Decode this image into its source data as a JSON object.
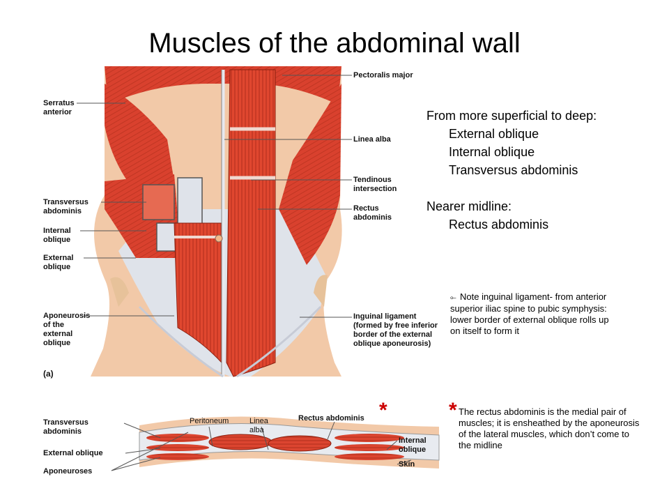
{
  "title": "Muscles of the abdominal wall",
  "figure": {
    "labels_left": [
      "Serratus anterior",
      "Transversus abdominis",
      "Internal oblique",
      "External oblique",
      "Aponeurosis of the external oblique"
    ],
    "labels_right": [
      "Pectoralis major",
      "Linea alba",
      "Tendinous intersection",
      "Rectus abdominis",
      "Inguinal ligament (formed by free inferior border of the external oblique aponeurosis)"
    ],
    "panel_label": "(a)",
    "cross_section": {
      "left": [
        "Transversus abdominis",
        "External oblique",
        "Aponeuroses"
      ],
      "top": [
        "Peritoneum",
        "Linea alba",
        "Rectus abdominis"
      ],
      "right": [
        "Internal oblique",
        "Skin"
      ]
    }
  },
  "text": {
    "heading1": "From more superficial to deep:",
    "items1": [
      "External oblique",
      "Internal oblique",
      "Transversus abdominis"
    ],
    "heading2": "Nearer midline:",
    "items2": [
      "Rectus abdominis"
    ],
    "note_bullet": "⟜",
    "note": "Note inguinal ligament- from anterior superior iliac spine to pubic symphysis: lower border of external oblique rolls up on itself to form it",
    "star": "*",
    "footnote": "The rectus abdominis is the medial pair of muscles; it is ensheathed by the aponeurosis of the lateral muscles, which don’t come to the midline"
  },
  "colors": {
    "muscle": "#d9412e",
    "muscle_dark": "#b02a1c",
    "aponeurosis": "#dfe3ea",
    "skin": "#f2c9a8",
    "star": "#cc0000"
  }
}
